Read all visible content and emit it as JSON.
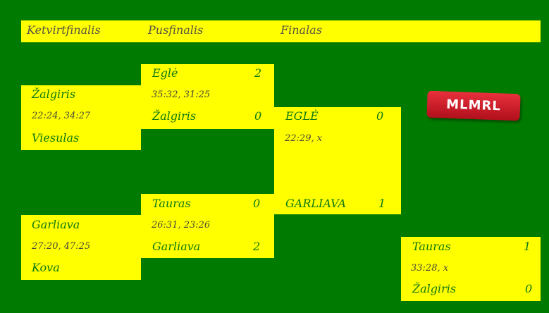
{
  "header": {
    "quarterfinals": "Ketvirtfinalis",
    "semifinals": "Pusfinalis",
    "finals": "Finalas"
  },
  "logo": "MLMRL",
  "qf1": {
    "team1": "Žalgiris",
    "score": "22:24, 34:27",
    "team2": "Viesulas"
  },
  "qf2": {
    "team1": "Garliava",
    "score": "27:20, 47:25",
    "team2": "Kova"
  },
  "sf1": {
    "team1": "Eglė",
    "wins1": "2",
    "score": "35:32, 31:25",
    "team2": "Žalgiris",
    "wins2": "0"
  },
  "sf2": {
    "team1": "Tauras",
    "wins1": "0",
    "score": "26:31, 23:26",
    "team2": "Garliava",
    "wins2": "2"
  },
  "final": {
    "team1": "EGLĖ",
    "wins1": "0",
    "score": "22:29, x",
    "team2": "GARLIAVA",
    "wins2": "1"
  },
  "third": {
    "team1": "Tauras",
    "wins1": "1",
    "score": "33:28, x",
    "team2": "Žalgiris",
    "wins2": "0"
  }
}
